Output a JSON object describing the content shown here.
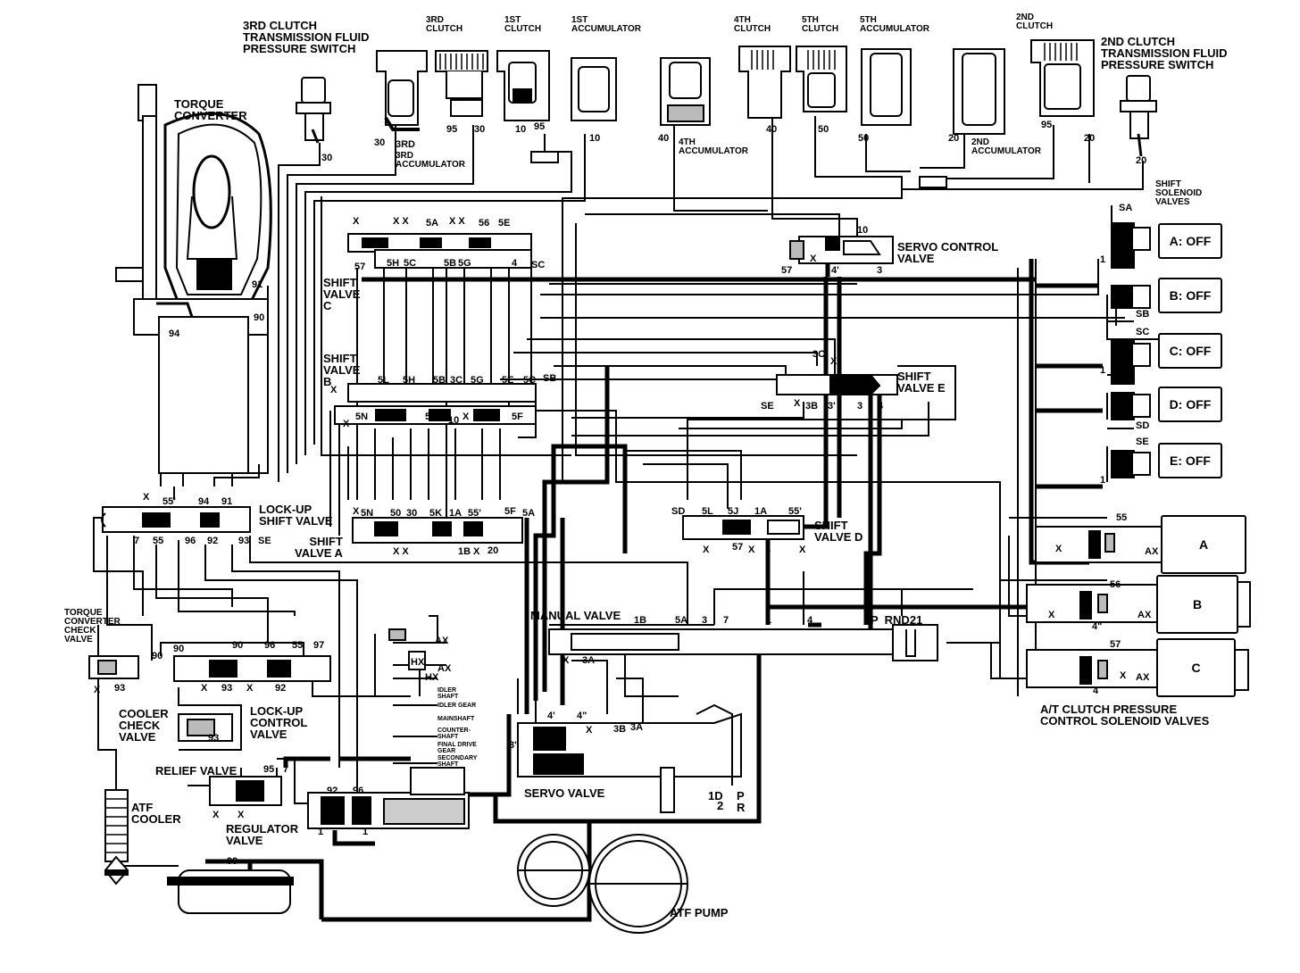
{
  "components": {
    "torque_converter": "TORQUE\nCONVERTER",
    "third_clutch_switch": "3RD CLUTCH\nTRANSMISSION FLUID\nPRESSURE SWITCH",
    "third_clutch": "3RD\nCLUTCH",
    "first_clutch": "1ST\nCLUTCH",
    "first_accumulator": "1ST\nACCUMULATOR",
    "fourth_clutch": "4TH\nCLUTCH",
    "fifth_clutch": "5TH\nCLUTCH",
    "fifth_accumulator": "5TH\nACCUMULATOR",
    "second_clutch": "2ND\nCLUTCH",
    "second_clutch_switch": "2ND CLUTCH\nTRANSMISSION FLUID\nPRESSURE SWITCH",
    "third_accumulator": "3RD\nACCUMULATOR",
    "fourth_accumulator": "4TH\nACCUMULATOR",
    "second_accumulator": "2ND\nACCUMULATOR",
    "shift_solenoid_valves": "SHIFT\nSOLENOID\nVALVES",
    "servo_control_valve": "SERVO CONTROL\nVALVE",
    "shift_valve_c": "SHIFT\nVALVE\nC",
    "shift_valve_b": "SHIFT\nVALVE\nB",
    "shift_valve_e": "SHIFT\nVALVE E",
    "lockup_shift_valve": "LOCK-UP\nSHIFT VALVE",
    "shift_valve_a": "SHIFT\nVALVE A",
    "shift_valve_d": "SHIFT\nVALVE D",
    "torque_converter_check_valve": "TORQUE\nCONVERTER\nCHECK\nVALVE",
    "manual_valve": "MANUAL VALVE",
    "cooler_check_valve": "COOLER\nCHECK\nVALVE",
    "lockup_control_valve": "LOCK-UP\nCONTROL\nVALVE",
    "relief_valve": "RELIEF VALVE",
    "atf_cooler": "ATF\nCOOLER",
    "regulator_valve": "REGULATOR\nVALVE",
    "servo_valve": "SERVO VALVE",
    "atf_pump": "ATF PUMP",
    "at_clutch_pressure_solenoids": "A/T CLUTCH PRESSURE\nCONTROL SOLENOID VALVES"
  },
  "solenoids": {
    "a": "A: OFF",
    "b": "B: OFF",
    "c": "C: OFF",
    "d": "D: OFF",
    "e": "E: OFF"
  },
  "linear_solenoids": {
    "a": "A",
    "b": "B",
    "c": "C"
  },
  "lube_labels": {
    "idler_shaft": "IDLER\nSHAFT",
    "idler_gear": "IDLER GEAR",
    "mainshaft": "MAINSHAFT",
    "countershaft": "COUNTER-\nSHAFT",
    "final_drive_gear": "FINAL DRIVE\nGEAR",
    "secondary_shaft": "SECONDARY\nSHAFT"
  },
  "gear_positions": "P  RND21",
  "servo_detents": {
    "d1": "1D",
    "d2": "2",
    "pr": "P\nR"
  },
  "port_labels": [
    "30",
    "3RD",
    "30",
    "95",
    "30",
    "10",
    "95",
    "10",
    "40",
    "40",
    "50",
    "50",
    "20",
    "95",
    "20",
    "20",
    "SA",
    "SB",
    "SC",
    "SD",
    "SE",
    "1",
    "1",
    "1",
    "X",
    "X X",
    "5A",
    "X X",
    "56",
    "5E",
    "57",
    "5H",
    "5C",
    "5B",
    "5G",
    "4",
    "SC",
    "10",
    "X",
    "4'",
    "3",
    "57",
    "3C",
    "X",
    "SE",
    "X",
    "3B",
    "3'",
    "3",
    "4",
    "X",
    "5L",
    "5H",
    "5B",
    "3C",
    "5G",
    "5E",
    "5C",
    "SB",
    "X",
    "5N",
    "5K",
    "5J",
    "10",
    "X",
    "40",
    "5F",
    "X",
    "55'",
    "94",
    "91",
    "X",
    "5N",
    "50",
    "30",
    "5K",
    "1A",
    "55'",
    "5F",
    "5A",
    "7",
    "55",
    "96",
    "92",
    "93",
    "SE",
    "1B",
    "X",
    "20",
    "X X",
    "SD",
    "5L",
    "5J",
    "1A",
    "55'",
    "X",
    "57",
    "X",
    "1",
    "X",
    "55",
    "X",
    "AX",
    "56",
    "X",
    "4\"",
    "AX",
    "57",
    "X",
    "4",
    "AX",
    "1B",
    "5A",
    "3",
    "7",
    "1",
    "4",
    "X",
    "3A",
    "90",
    "90",
    "90",
    "96",
    "55",
    "97",
    "X",
    "93",
    "X",
    "93",
    "X",
    "92",
    "93",
    "AX",
    "HX",
    "AX",
    "HX",
    "95",
    "7",
    "X",
    "X",
    "92",
    "96",
    "1",
    "1",
    "4'",
    "4\"",
    "3'",
    "X",
    "3B",
    "3A",
    "91",
    "90",
    "94",
    "99"
  ],
  "colors": {
    "ink": "#000000",
    "paper": "#ffffff"
  }
}
